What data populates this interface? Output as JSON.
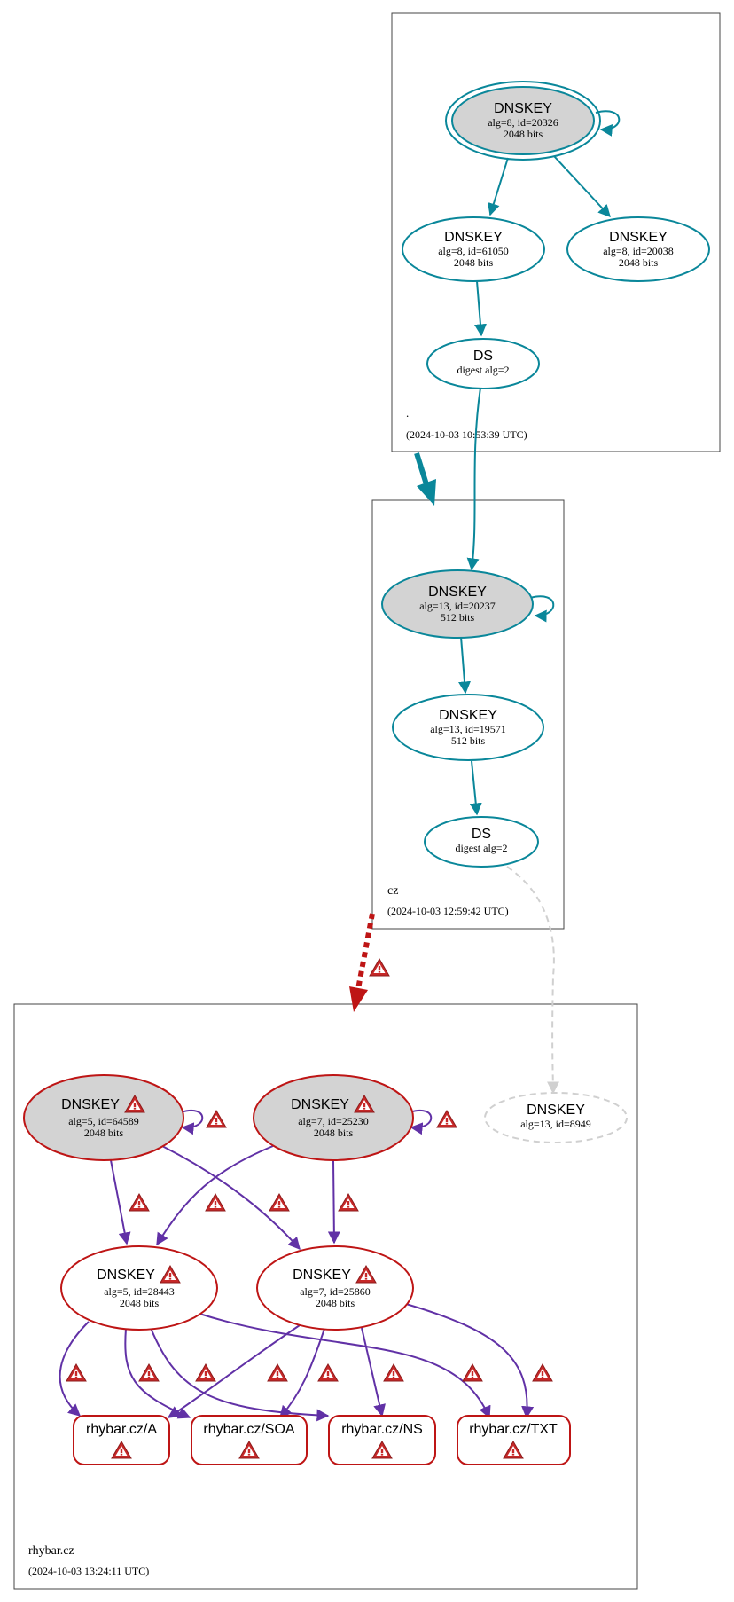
{
  "zones": {
    "root": {
      "name": ".",
      "timestamp": "(2024-10-03 10:53:39 UTC)"
    },
    "cz": {
      "name": "cz",
      "timestamp": "(2024-10-03 12:59:42 UTC)"
    },
    "rhybar": {
      "name": "rhybar.cz",
      "timestamp": "(2024-10-03 13:24:11 UTC)"
    }
  },
  "nodes": {
    "root_ksk": {
      "title": "DNSKEY",
      "line1": "alg=8, id=20326",
      "line2": "2048 bits"
    },
    "root_zsk1": {
      "title": "DNSKEY",
      "line1": "alg=8, id=61050",
      "line2": "2048 bits"
    },
    "root_zsk2": {
      "title": "DNSKEY",
      "line1": "alg=8, id=20038",
      "line2": "2048 bits"
    },
    "root_ds": {
      "title": "DS",
      "line1": "digest alg=2"
    },
    "cz_ksk": {
      "title": "DNSKEY",
      "line1": "alg=13, id=20237",
      "line2": "512 bits"
    },
    "cz_zsk": {
      "title": "DNSKEY",
      "line1": "alg=13, id=19571",
      "line2": "512 bits"
    },
    "cz_ds": {
      "title": "DS",
      "line1": "digest alg=2"
    },
    "rh_missing": {
      "title": "DNSKEY",
      "line1": "alg=13, id=8949"
    },
    "rh_ksk5": {
      "title": "DNSKEY",
      "line1": "alg=5, id=64589",
      "line2": "2048 bits"
    },
    "rh_ksk7": {
      "title": "DNSKEY",
      "line1": "alg=7, id=25230",
      "line2": "2048 bits"
    },
    "rh_zsk5": {
      "title": "DNSKEY",
      "line1": "alg=5, id=28443",
      "line2": "2048 bits"
    },
    "rh_zsk7": {
      "title": "DNSKEY",
      "line1": "alg=7, id=25860",
      "line2": "2048 bits"
    }
  },
  "rrsets": {
    "a": "rhybar.cz/A",
    "soa": "rhybar.cz/SOA",
    "ns": "rhybar.cz/NS",
    "txt": "rhybar.cz/TXT"
  },
  "colors": {
    "secure": "#0a879a",
    "bogus": "#be1515",
    "signature": "#6131a6",
    "insecure_dashed": "#d0d0d0",
    "ksk_fill": "#d3d3d3",
    "zone_border": "#444444"
  },
  "icons": {
    "warning": "warning-icon"
  }
}
